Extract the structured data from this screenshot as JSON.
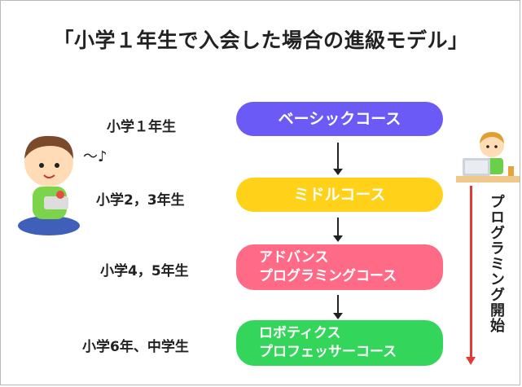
{
  "title": "「小学１年生で入会した場合の進級モデル」",
  "grades": [
    "小学１年生",
    "小学2，3年生",
    "小学4，5年生",
    "小学6年、中学生"
  ],
  "courses": [
    {
      "line1": "ベーシックコース",
      "color": "#6b5af5"
    },
    {
      "line1": "ミドルコース",
      "color": "#ffd219"
    },
    {
      "line1": "アドバンス",
      "line2": "プログラミングコース",
      "color": "#ff6b86"
    },
    {
      "line1": "ロボティクス",
      "line2": "プロフェッサーコース",
      "color": "#33d65a"
    }
  ],
  "side_label": "プログラミング開始",
  "note_text": "～♪",
  "accent_arrow_color": "#e53935"
}
